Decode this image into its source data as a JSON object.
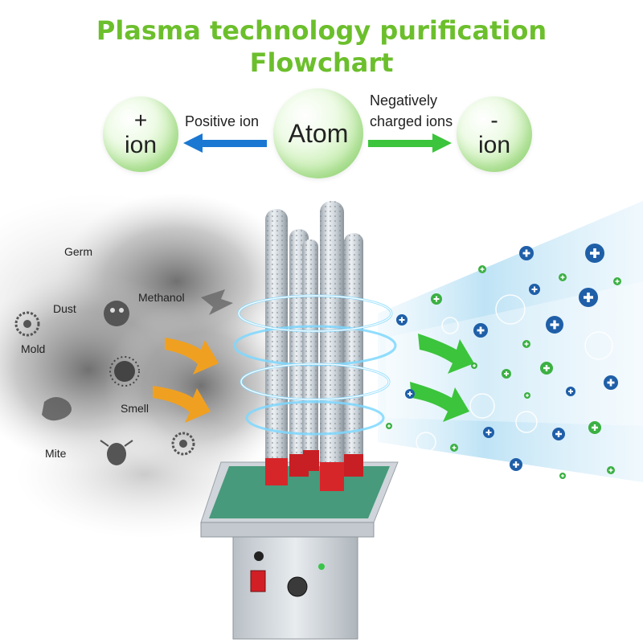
{
  "title": {
    "line1": "Plasma technology purification",
    "line2": "Flowchart"
  },
  "flow": {
    "positive": {
      "symbol": "+",
      "word": "ion",
      "arrow_label": "Positive ion"
    },
    "atom": {
      "word": "Atom"
    },
    "negative": {
      "symbol": "-",
      "word": "ion",
      "arrow_label_1": "Negatively",
      "arrow_label_2": "charged ions"
    }
  },
  "pollutants": [
    "Germ",
    "Methanol",
    "Dust",
    "Mold",
    "Smell",
    "Mite"
  ],
  "colors": {
    "title_green": "#6cbf2c",
    "blue_arrow": "#1a78d2",
    "green_arrow": "#3cc43c",
    "smoke": "#6e6e6e",
    "clean_air": "#9fd4f0",
    "positive_ion": "#3cb043",
    "negative_ion": "#1f5fa8",
    "flow_arrow_dirty": "#f0a020"
  }
}
